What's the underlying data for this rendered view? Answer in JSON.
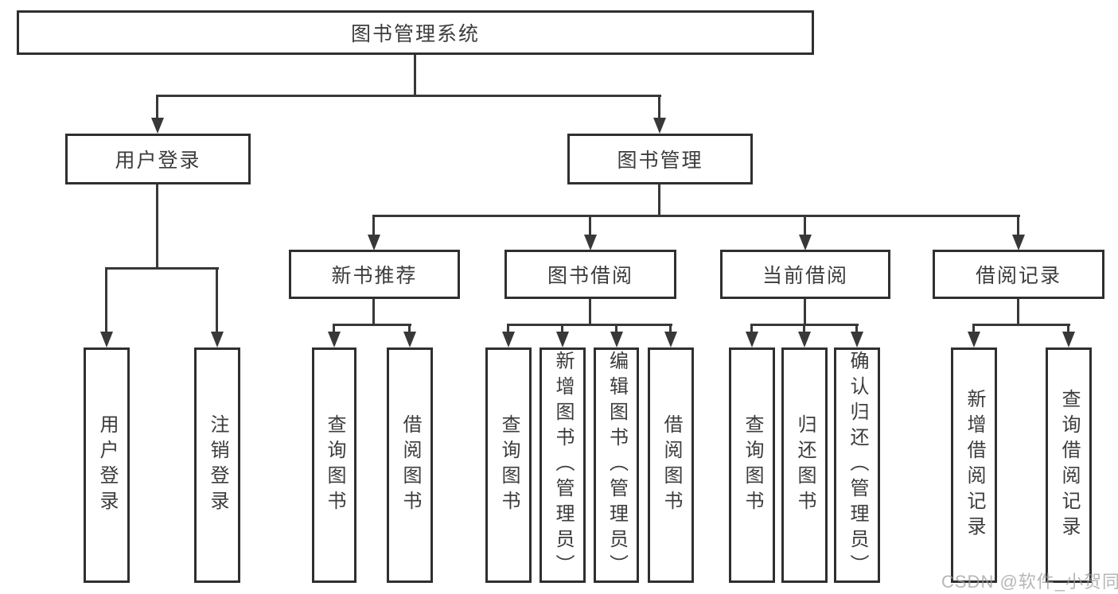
{
  "diagram": {
    "root": {
      "label": "图书管理系统"
    },
    "branches": [
      {
        "label": "用户登录",
        "children": [
          "用户登录",
          "注销登录"
        ]
      },
      {
        "label": "图书管理",
        "sections": [
          {
            "label": "新书推荐",
            "children": [
              "查询图书",
              "借阅图书"
            ]
          },
          {
            "label": "图书借阅",
            "children": [
              "查询图书",
              "新增图书（管理员）",
              "编辑图书（管理员）",
              "借阅图书"
            ]
          },
          {
            "label": "当前借阅",
            "children": [
              "查询图书",
              "归还图书",
              "确认归还（管理员）"
            ]
          },
          {
            "label": "借阅记录",
            "children": [
              "新增借阅记录",
              "查询借阅记录"
            ]
          }
        ]
      }
    ]
  },
  "watermark": {
    "text": "CSDN @软件_小贺同学"
  },
  "colors": {
    "line": "#383838",
    "border": "#2f2f2f",
    "text": "#3c3c3c",
    "watermark": "#9e9e9e",
    "background": "#ffffff"
  }
}
